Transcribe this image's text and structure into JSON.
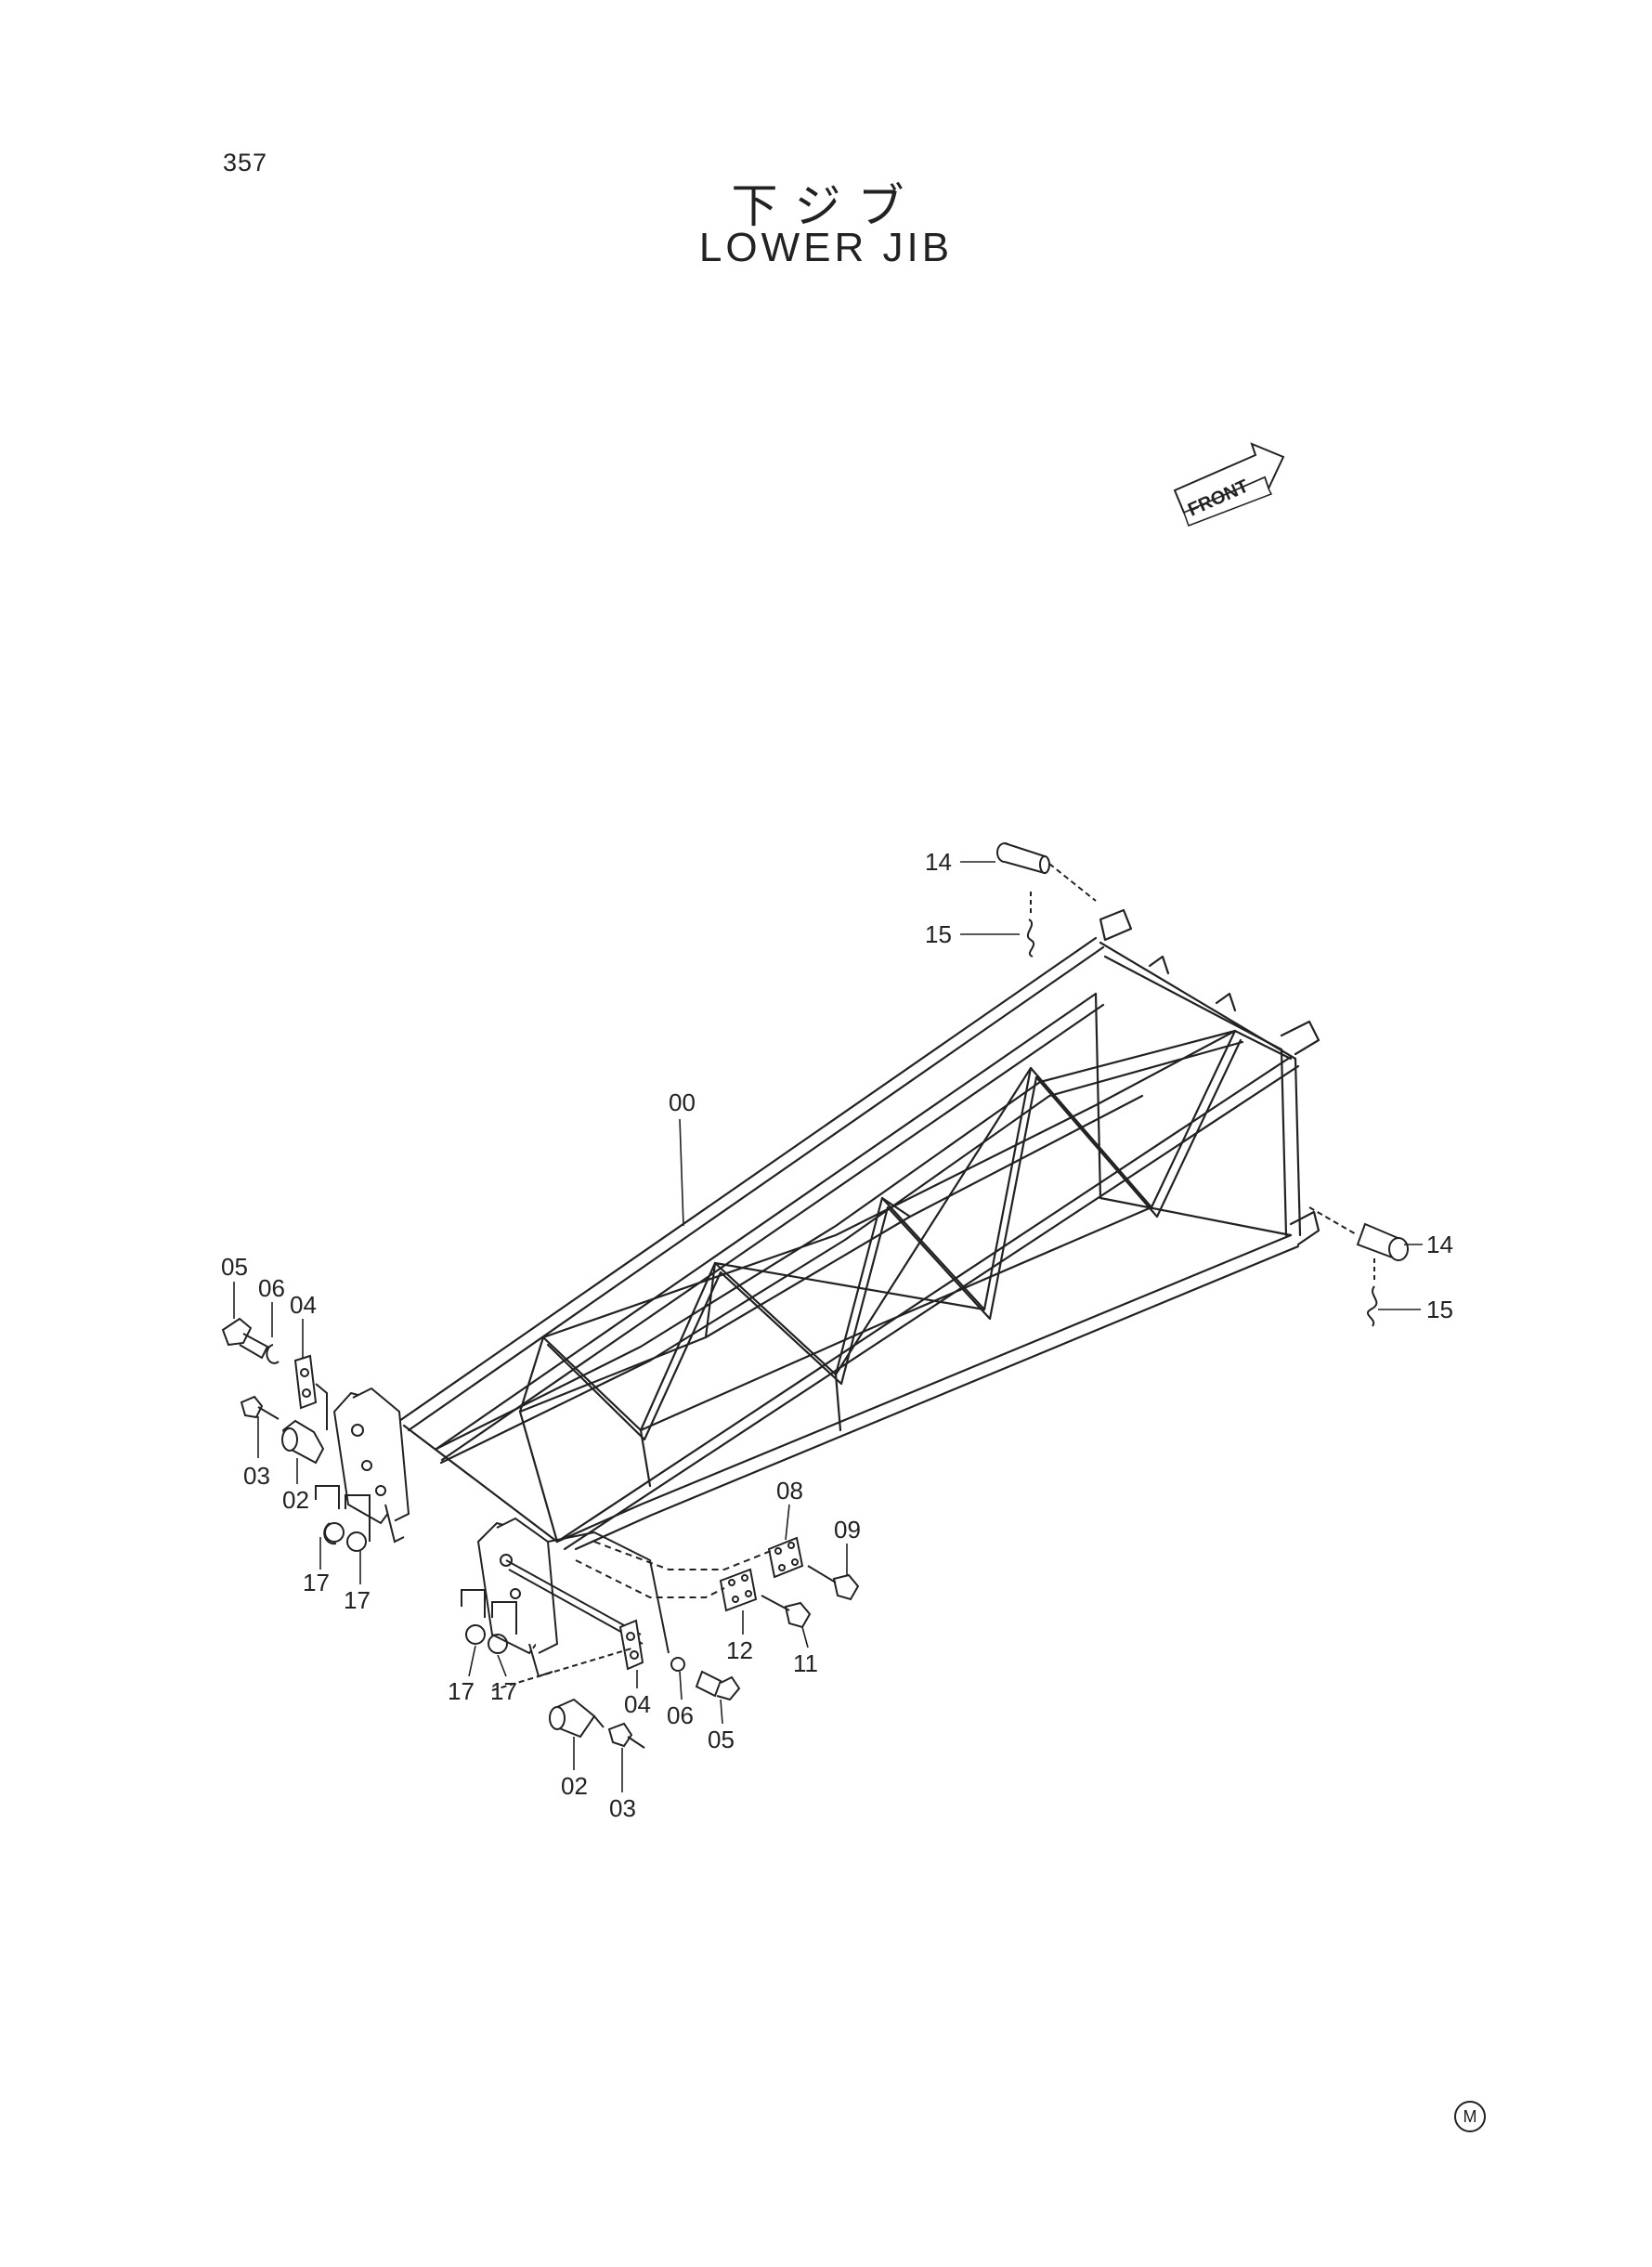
{
  "page_number": "357",
  "title_jp": "下ジブ",
  "title_en": "LOWER JIB",
  "front_indicator": "FRONT",
  "corner_mark": "M",
  "callouts": [
    {
      "id": "c14a",
      "label": "14"
    },
    {
      "id": "c15a",
      "label": "15"
    },
    {
      "id": "c00",
      "label": "00"
    },
    {
      "id": "c14b",
      "label": "14"
    },
    {
      "id": "c15b",
      "label": "15"
    },
    {
      "id": "c05a",
      "label": "05"
    },
    {
      "id": "c06a",
      "label": "06"
    },
    {
      "id": "c04a",
      "label": "04"
    },
    {
      "id": "c03a",
      "label": "03"
    },
    {
      "id": "c02a",
      "label": "02"
    },
    {
      "id": "c17a",
      "label": "17"
    },
    {
      "id": "c17b",
      "label": "17"
    },
    {
      "id": "c17c",
      "label": "17"
    },
    {
      "id": "c17d",
      "label": "17"
    },
    {
      "id": "c08",
      "label": "08"
    },
    {
      "id": "c09",
      "label": "09"
    },
    {
      "id": "c12",
      "label": "12"
    },
    {
      "id": "c11",
      "label": "11"
    },
    {
      "id": "c04b",
      "label": "04"
    },
    {
      "id": "c06b",
      "label": "06"
    },
    {
      "id": "c05b",
      "label": "05"
    },
    {
      "id": "c02b",
      "label": "02"
    },
    {
      "id": "c03b",
      "label": "03"
    }
  ]
}
